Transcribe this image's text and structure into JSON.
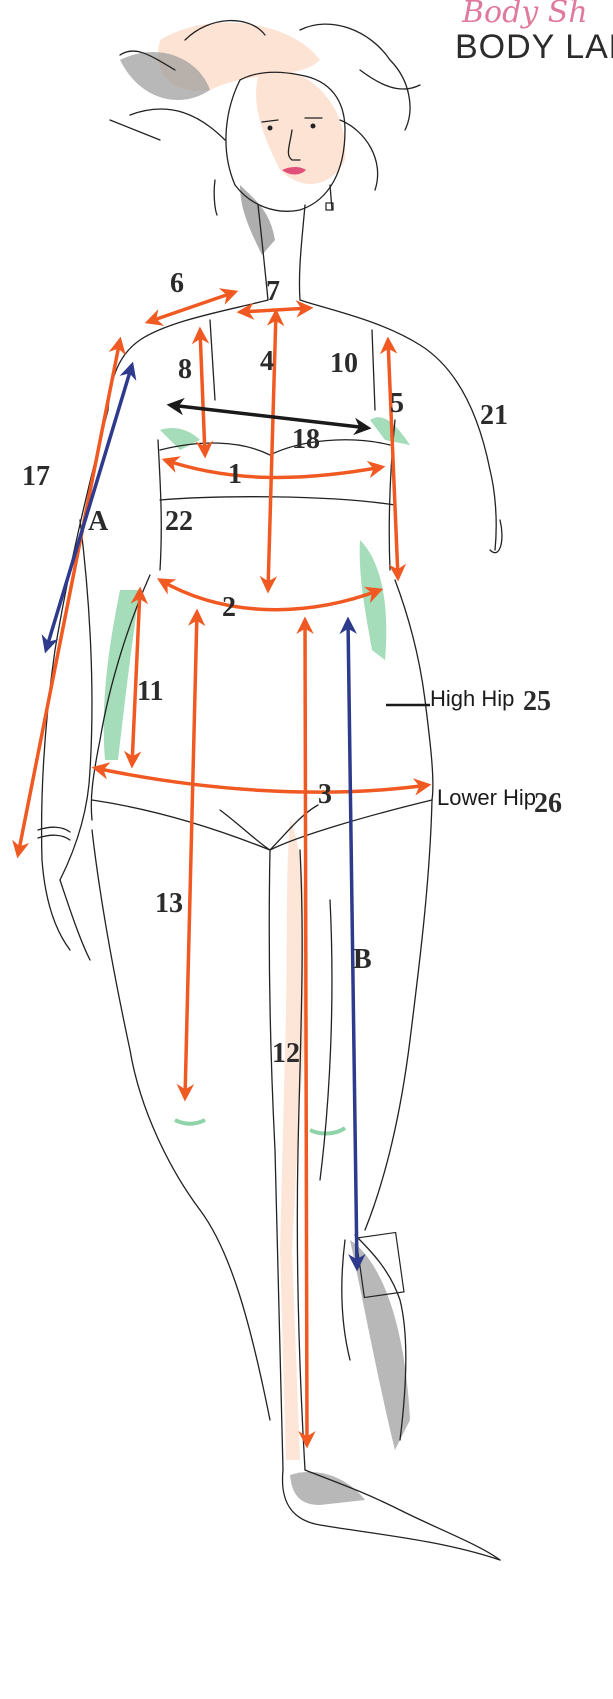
{
  "brand": {
    "script": "Body Sh",
    "name": "BODY LAN"
  },
  "colors": {
    "orange": "#f05a22",
    "blue": "#2e3a8c",
    "black": "#1a1a1a",
    "green": "#8fd3a8",
    "skin": "#fde3d4",
    "grey": "#9a9a9a"
  },
  "markers": {
    "m1": "1",
    "m2": "2",
    "m3": "3",
    "m4": "4",
    "m5": "5",
    "m6": "6",
    "m7": "7",
    "m8": "8",
    "m10": "10",
    "m11": "11",
    "m12": "12",
    "m13": "13",
    "m17": "17",
    "m18": "18",
    "m21": "21",
    "m22": "22",
    "m25": "25",
    "m26": "26",
    "mA": "A",
    "mB": "B"
  },
  "labels": {
    "high_hip": "High Hip",
    "lower_hip": "Lower Hip"
  }
}
